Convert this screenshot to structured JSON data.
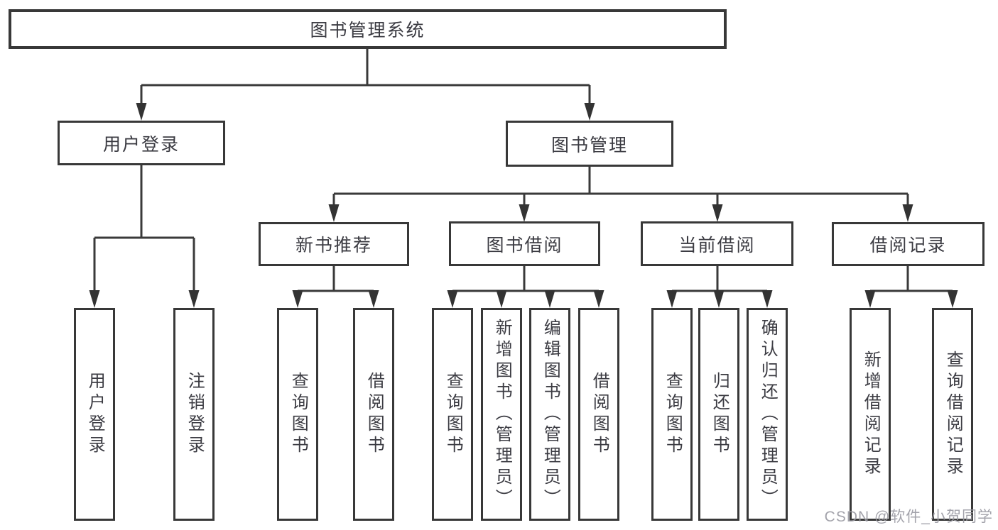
{
  "diagram": {
    "root": {
      "label": "图书管理系统"
    },
    "level2": {
      "user_login": {
        "label": "用户登录"
      },
      "book_mgmt": {
        "label": "图书管理"
      }
    },
    "level3": {
      "new_books": {
        "label": "新书推荐"
      },
      "book_borrow": {
        "label": "图书借阅"
      },
      "current_borrow": {
        "label": "当前借阅"
      },
      "borrow_records": {
        "label": "借阅记录"
      }
    },
    "leaves": {
      "user_login": [
        "用户登录",
        "注销登录"
      ],
      "new_books": [
        "查询图书",
        "借阅图书"
      ],
      "book_borrow": [
        "查询图书",
        "新增图书（管理员）",
        "编辑图书（管理员）",
        "借阅图书"
      ],
      "current_borrow": [
        "查询图书",
        "归还图书",
        "确认归还（管理员）"
      ],
      "borrow_records": [
        "新增借阅记录",
        "查询借阅记录"
      ]
    }
  },
  "watermark": {
    "text": "CSDN @软件_小贺同学"
  },
  "colors": {
    "line": "#3a3a3a",
    "box_border": "#383838",
    "box_fill": "#ffffff",
    "text": "#3b3b42",
    "watermark": "#9a9aa2",
    "background": "#ffffff"
  }
}
